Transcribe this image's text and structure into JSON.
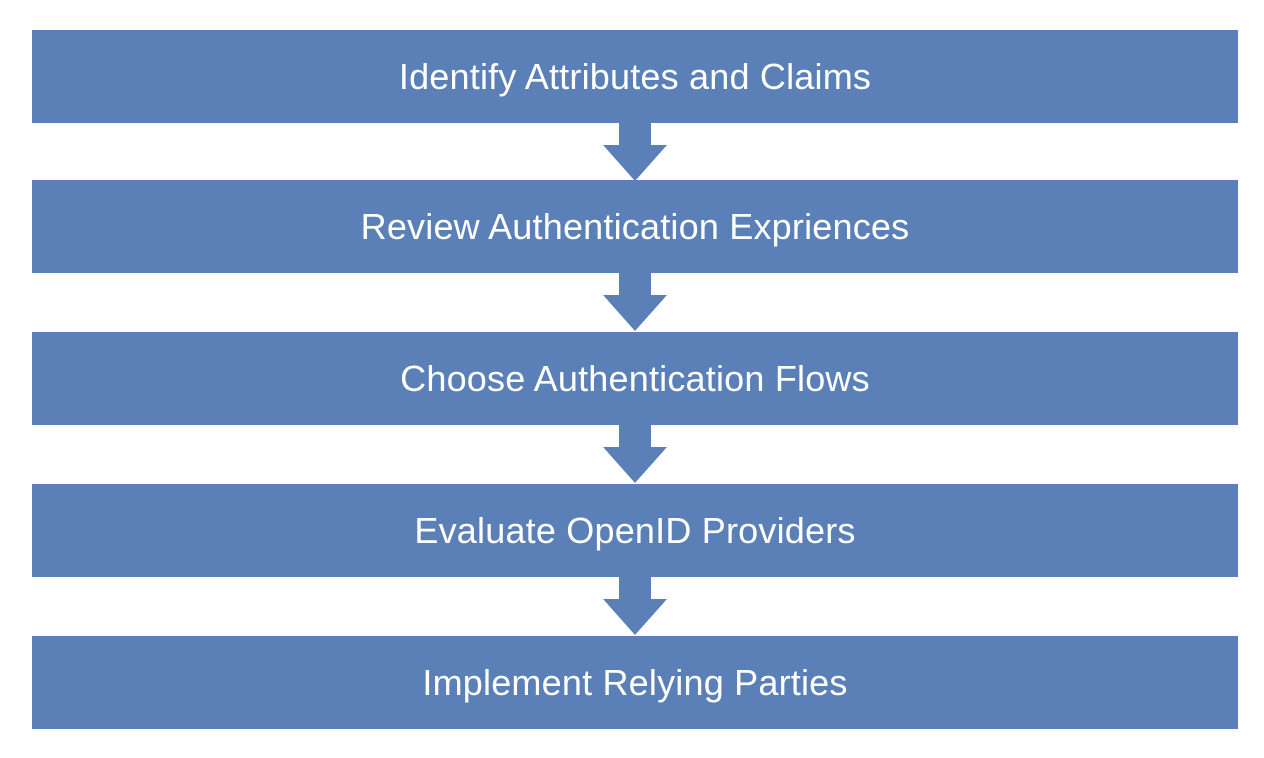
{
  "colors": {
    "box_fill": "#5b80b8",
    "arrow_fill": "#5b80b8",
    "text": "#ffffff",
    "background": "#ffffff"
  },
  "steps": [
    {
      "label": "Identify Attributes and Claims"
    },
    {
      "label": "Review Authentication Expriences"
    },
    {
      "label": "Choose Authentication Flows"
    },
    {
      "label": "Evaluate OpenID Providers"
    },
    {
      "label": "Implement Relying Parties"
    }
  ],
  "connectors": [
    {
      "icon": "down-arrow-icon"
    },
    {
      "icon": "down-arrow-icon"
    },
    {
      "icon": "down-arrow-icon"
    },
    {
      "icon": "down-arrow-icon"
    }
  ]
}
